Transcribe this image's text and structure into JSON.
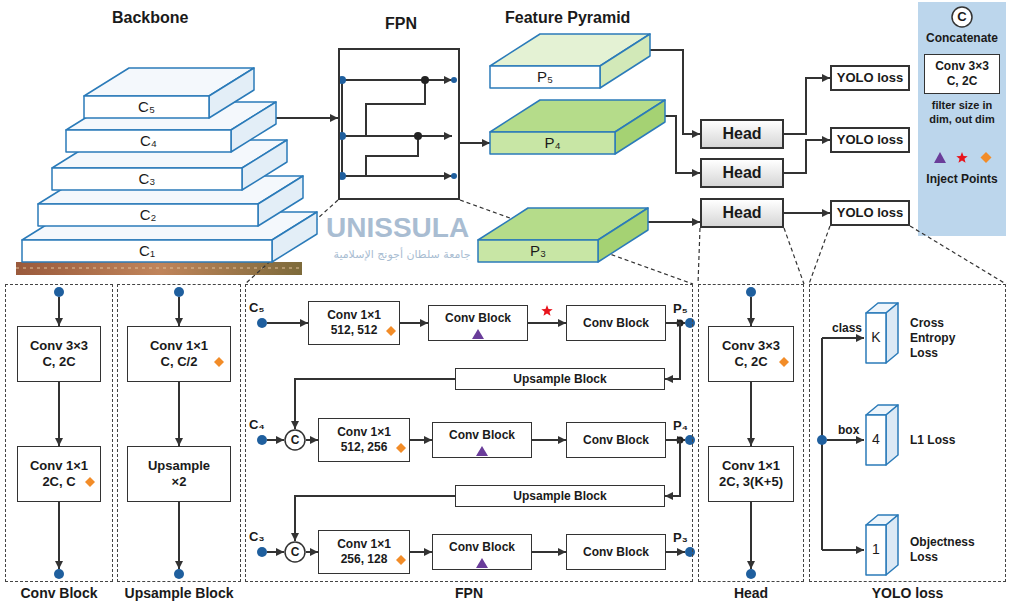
{
  "diagram": {
    "nodes": [
      {
        "text": [
          "C₅"
        ]
      },
      {
        "text": [
          "C₄"
        ]
      },
      {
        "text": [
          "C₃"
        ]
      },
      {
        "text": [
          "C₂"
        ]
      },
      {
        "text": [
          "C₁"
        ]
      },
      {
        "text": [
          "FPN"
        ]
      },
      {
        "text": [
          "P₅"
        ]
      },
      {
        "text": [
          "P₄"
        ]
      },
      {
        "text": [
          "P₃"
        ]
      },
      {
        "text": [
          "Head"
        ]
      },
      {
        "text": [
          "Head"
        ]
      },
      {
        "text": [
          "Head"
        ]
      },
      {
        "text": [
          "YOLO loss"
        ]
      },
      {
        "text": [
          "YOLO loss"
        ]
      },
      {
        "text": [
          "YOLO loss"
        ]
      },
      {
        "text": [
          "C"
        ]
      },
      {
        "text": [
          "Conv 3×3",
          "C, 2C"
        ]
      },
      {
        "text": [
          "Conv Block"
        ]
      },
      {
        "text": [
          "Conv 3×3",
          "C, 2C"
        ],
        "in": 17
      },
      {
        "text": [
          "Conv 1×1",
          "2C, C"
        ],
        "in": 17
      },
      {
        "text": [
          "Upsample Block"
        ]
      },
      {
        "text": [
          "Conv 1×1",
          "C, C/2"
        ],
        "in": 20
      },
      {
        "text": [
          "Upsample",
          "×2"
        ],
        "in": 20
      },
      {
        "text": [
          "FPN"
        ]
      },
      {
        "text": [
          "Conv 1×1",
          "512, 512"
        ],
        "in": 23
      },
      {
        "text": [
          "Conv Block"
        ],
        "in": 23
      },
      {
        "text": [
          "Conv Block"
        ],
        "in": 23
      },
      {
        "text": [
          "Upsample Block"
        ],
        "in": 23
      },
      {
        "text": [
          "C"
        ],
        "in": 23
      },
      {
        "text": [
          "Conv 1×1",
          "512, 256"
        ],
        "in": 23
      },
      {
        "text": [
          "Conv Block"
        ],
        "in": 23
      },
      {
        "text": [
          "Conv Block"
        ],
        "in": 23
      },
      {
        "text": [
          "Upsample Block"
        ],
        "in": 23
      },
      {
        "text": [
          "C"
        ],
        "in": 23
      },
      {
        "text": [
          "Conv 1×1",
          "256, 128"
        ],
        "in": 23
      },
      {
        "text": [
          "Conv Block"
        ],
        "in": 23
      },
      {
        "text": [
          "Conv Block"
        ],
        "in": 23
      },
      {
        "text": [
          "Head"
        ]
      },
      {
        "text": [
          "Conv 3×3",
          "C, 2C"
        ],
        "in": 37
      },
      {
        "text": [
          "Conv 1×1",
          "2C, 3(K+5)"
        ],
        "in": 37
      },
      {
        "text": [
          "YOLO loss"
        ]
      },
      {
        "text": [
          "K"
        ],
        "in": 40
      },
      {
        "text": [
          "4"
        ],
        "in": 40
      },
      {
        "text": [
          "1"
        ],
        "in": 40
      }
    ],
    "edges": [
      {
        "from": 1,
        "to": 5,
        "arrow": "to"
      },
      {
        "from": 5,
        "to": 7,
        "arrow": "to"
      },
      {
        "from": 6,
        "to": 9,
        "arrow": "to"
      },
      {
        "from": 7,
        "to": 10,
        "arrow": "to"
      },
      {
        "from": 8,
        "to": 11,
        "arrow": "to"
      },
      {
        "from": 9,
        "to": 12,
        "arrow": "to"
      },
      {
        "from": 10,
        "to": 13,
        "arrow": "to"
      },
      {
        "from": 11,
        "to": 14,
        "arrow": "to"
      },
      {
        "from": 18,
        "to": 19,
        "arrow": "to"
      },
      {
        "from": 21,
        "to": 22,
        "arrow": "to"
      },
      {
        "from": 24,
        "to": 25,
        "arrow": "to"
      },
      {
        "from": 25,
        "to": 26,
        "arrow": "to"
      },
      {
        "from": 26,
        "to": 27,
        "arrow": "to"
      },
      {
        "from": 27,
        "to": 28,
        "arrow": "to"
      },
      {
        "from": 28,
        "to": 29,
        "arrow": "to"
      },
      {
        "from": 29,
        "to": 30,
        "arrow": "to"
      },
      {
        "from": 30,
        "to": 31,
        "arrow": "to"
      },
      {
        "from": 31,
        "to": 32,
        "arrow": "to"
      },
      {
        "from": 32,
        "to": 33,
        "arrow": "to"
      },
      {
        "from": 33,
        "to": 34,
        "arrow": "to"
      },
      {
        "from": 34,
        "to": 35,
        "arrow": "to"
      },
      {
        "from": 35,
        "to": 36,
        "arrow": "to"
      },
      {
        "from": 38,
        "to": 39,
        "arrow": "to"
      }
    ],
    "labels": [
      "Backbone",
      "Feature Pyramid",
      "C₅",
      "P₅",
      "C₄",
      "P₄",
      "C₃",
      "P₃",
      "class",
      "Cross Entropy Loss",
      "box",
      "L1 Loss",
      "Objectness Loss",
      "UNISSULA",
      "جامعة سلطان أجونج الإسلامية"
    ],
    "legend": [
      {
        "text": "Concatenate"
      },
      {
        "text": "filter size in dim, out dim"
      },
      {
        "text": "Inject Points"
      }
    ]
  }
}
